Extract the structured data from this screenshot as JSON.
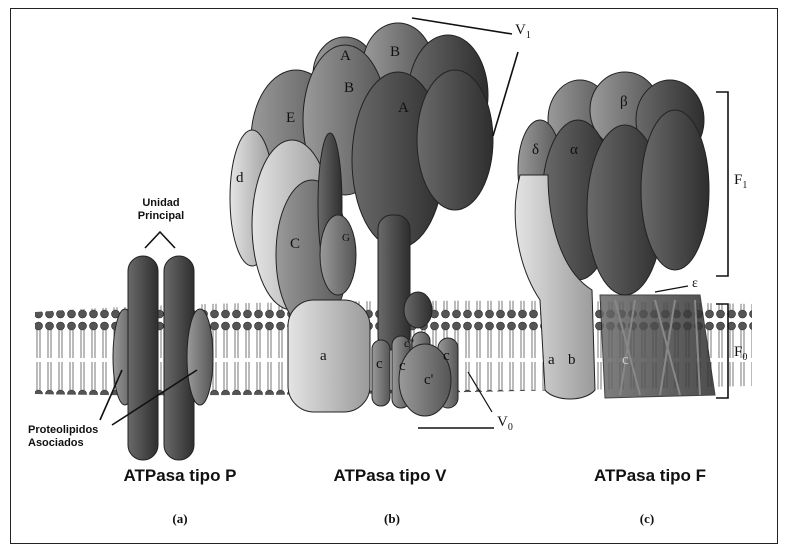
{
  "labels": {
    "unidad_line1": "Unidad",
    "unidad_line2": "Principal",
    "proteo_line1": "Proteolipidos",
    "proteo_line2": "Asociados",
    "v1_main": "V",
    "v1_sub": "1",
    "v0_main": "V",
    "v0_sub": "0",
    "f1_main": "F",
    "f1_sub": "1",
    "f0_main": "F",
    "f0_sub": "0",
    "epsilon": "ε"
  },
  "titles": {
    "p": "ATPasa tipo P",
    "v": "ATPasa tipo V",
    "f": "ATPasa tipo F"
  },
  "sublabels": {
    "a": "(a)",
    "b": "(b)",
    "c": "(c)"
  },
  "subunits_v": {
    "A1": "A",
    "B1": "B",
    "B2": "B",
    "A2": "A",
    "E": "E",
    "d": "d",
    "C": "C",
    "G": "G",
    "a": "a",
    "c1": "c",
    "c2": "c",
    "c3": "c",
    "cpp": "c\"",
    "cp": "c'"
  },
  "subunits_f": {
    "B1": "β",
    "delta": "δ",
    "alpha": "α",
    "a": "a",
    "b": "b",
    "c": "c"
  },
  "colors": {
    "frame": "#222222",
    "dark_subunit": "#4a4a4a",
    "mid_subunit": "#7a7a7a",
    "light_subunit": "#c8c8c8",
    "lipid_head": "#555555"
  }
}
